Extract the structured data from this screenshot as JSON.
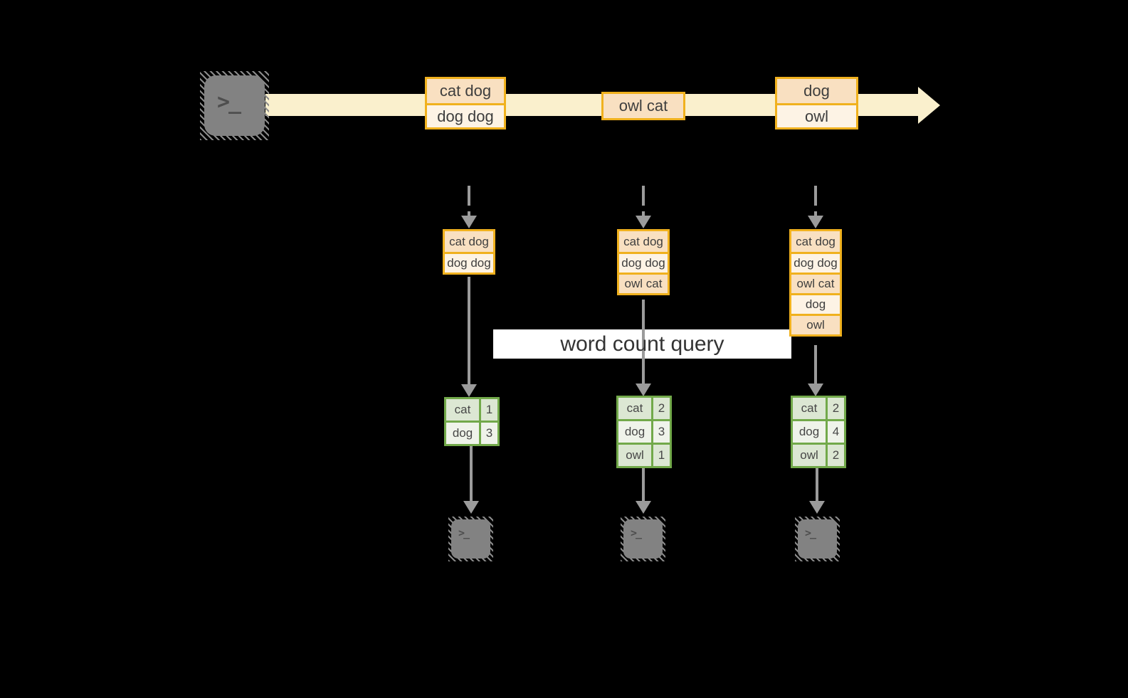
{
  "colors": {
    "background": "#000000",
    "stream_band": "#FAF0CD",
    "batch_border": "#F0B11E",
    "batch_fill_dark": "#F9E0C1",
    "batch_fill_light": "#FDF3E5",
    "table_border": "#72A94A",
    "table_fill_dark": "#DCE7D3",
    "table_fill_light": "#EFF3EA",
    "arrow_gray": "#9B9B9B",
    "terminal_gray": "#828282",
    "query_band": "#FFFFFF"
  },
  "icons": {
    "terminal_glyph": ">_"
  },
  "query_label": "word count query",
  "timeline": {
    "batches": [
      {
        "items": [
          "cat dog",
          "dog dog"
        ]
      },
      {
        "items": [
          "owl cat"
        ]
      },
      {
        "items": [
          "dog",
          "owl"
        ]
      }
    ]
  },
  "columns": [
    {
      "state": [
        "cat dog",
        "dog dog"
      ],
      "counts": [
        {
          "word": "cat",
          "count": "1"
        },
        {
          "word": "dog",
          "count": "3"
        }
      ]
    },
    {
      "state": [
        "cat dog",
        "dog dog",
        "owl cat"
      ],
      "counts": [
        {
          "word": "cat",
          "count": "2"
        },
        {
          "word": "dog",
          "count": "3"
        },
        {
          "word": "owl",
          "count": "1"
        }
      ]
    },
    {
      "state": [
        "cat dog",
        "dog dog",
        "owl cat",
        "dog",
        "owl"
      ],
      "counts": [
        {
          "word": "cat",
          "count": "2"
        },
        {
          "word": "dog",
          "count": "4"
        },
        {
          "word": "owl",
          "count": "2"
        }
      ]
    }
  ]
}
